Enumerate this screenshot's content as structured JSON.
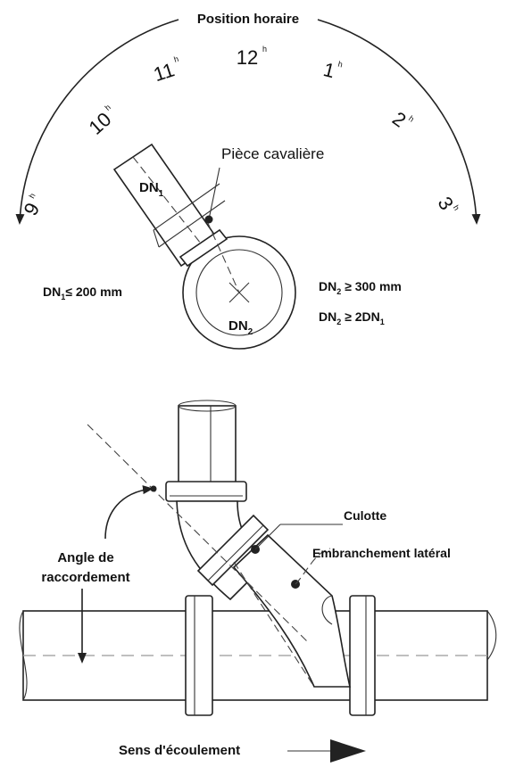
{
  "top": {
    "title": "Position horaire",
    "hours": [
      "9",
      "10",
      "11",
      "12",
      "1",
      "2",
      "3"
    ],
    "hour_suffix": "h",
    "saddle_label": "Pièce cavalière",
    "branch_pipe_base": "DN",
    "branch_pipe_sub": "1",
    "main_pipe_base": "DN",
    "main_pipe_sub": "2",
    "left_cond_base": "DN",
    "left_cond_sub": "1",
    "left_cond_rest": "≤ 200 mm",
    "right_cond1_base": "DN",
    "right_cond1_sub": "2",
    "right_cond1_rest": " ≥ 300 mm",
    "right_cond2_base": "DN",
    "right_cond2_sub": "2",
    "right_cond2_mid": " ≥ 2DN",
    "right_cond2_sub2": "1"
  },
  "bottom": {
    "culotte_label": "Culotte",
    "lateral_label": "Embranchement latéral",
    "angle_line1": "Angle de",
    "angle_line2": "raccordement",
    "flow_label": "Sens d'écoulement"
  },
  "colors": {
    "line": "#222222",
    "text": "#111111",
    "background": "#ffffff"
  }
}
